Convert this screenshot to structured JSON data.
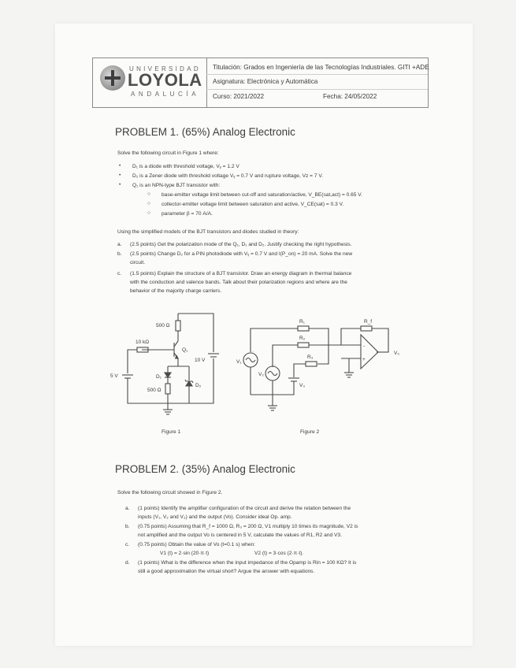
{
  "header": {
    "logo": {
      "line1": "UNIVERSIDAD",
      "line2": "LOYOLA",
      "line3": "ANDALUCÍA"
    },
    "titulacion": "Titulación: Grados en Ingeniería de las Tecnologías Industriales. GITI +ADE",
    "asignatura": "Asignatura: Electrónica y Automática",
    "curso": "Curso: 2021/2022",
    "fecha": "Fecha: 24/05/2022"
  },
  "problem1": {
    "title": "PROBLEM 1. (65%) Analog Electronic",
    "intro": "Solve the following circuit in Figure 1 where:",
    "bullets": [
      "D₁ is a diode with threshold voltage, Vᵧ = 1.2 V",
      "D₂ is a Zener diode with threshold voltage Vᵧ = 0.7 V and rupture voltage, Vz = 7 V.",
      "Q₁ is an NPN-type BJT transistor with:"
    ],
    "sub_bullets": [
      "base-emitter voltage limit between cut-off and saturation/active, V_BE(sat,act) = 0.65 V.",
      "collector-emitter voltage limit between saturation and active, V_CE(sat) = 0.3 V.",
      "parameter β = 70 A/A."
    ],
    "using": "Using the simplified models of the BJT transistors and diodes studied in theory:",
    "questions": [
      {
        "letter": "a.",
        "lines": [
          "(2.5 points) Get the polarization mode of the Q₁, D₁ and D₂. Justify checking the right hypothesis."
        ]
      },
      {
        "letter": "b.",
        "lines": [
          "(2.5 points) Change D₂ for a PIN photodiode with Vᵧ = 0.7 V and I(P_on) = 20 mA. Solve the new",
          "circuit."
        ]
      },
      {
        "letter": "c.",
        "lines": [
          "(1.5 points) Explain the structure of a BJT transistor. Draw an energy diagram in thermal balance",
          "with the conduction and valence bands. Talk about their polarization regions and where are the",
          "behavior of the majority charge carriers."
        ]
      }
    ]
  },
  "figure1": {
    "caption": "Figure 1",
    "labels": {
      "r_collector": "500 Ω",
      "r_base": "10 kΩ",
      "r_emitter": "500 Ω",
      "v_base": "5 V",
      "v_collector": "10 V",
      "q": "Q₁",
      "d1": "D₁",
      "d2": "D₂"
    }
  },
  "figure2": {
    "caption": "Figure 2",
    "labels": {
      "r1": "R₁",
      "r2": "R₂",
      "r3": "R₃",
      "rf": "R_f",
      "v1": "V₁",
      "v2": "V₂",
      "v3": "V₃",
      "vo": "V₀",
      "minus": "-",
      "plus": "+"
    }
  },
  "problem2": {
    "title": "PROBLEM 2. (35%) Analog Electronic",
    "intro": "Solve the following circuit showed in Figure 2.",
    "questions": [
      {
        "letter": "a.",
        "lines": [
          "(1 points) Identify the amplifier configuration of the circuit and derive the relation between the",
          "inputs (V₁, V₂ and V₃) and the output (Vo). Consider ideal Op. amp."
        ]
      },
      {
        "letter": "b.",
        "lines": [
          "(0.75 points) Assuming that R_f = 1000 Ω, R₃ = 200 Ω, V1 multiply 10 times its magnitude, V2 is",
          "not amplified and the output Vo is centered in 5 V, calculate the values of R1, R2 and V3."
        ]
      },
      {
        "letter": "c.",
        "lines": [
          "(0.75 points) Obtain the value of Vo (t=0.1 s) when:"
        ]
      },
      {
        "letter": "d.",
        "lines": [
          "(1 points) What is the difference when the input impedance of the Opamp is Rin = 100 KΩ? It is",
          "still a good approximation the virtual short? Argue the answer with equations."
        ]
      }
    ],
    "c_equations": {
      "v1": "V1 (t) = 2·sin (20·π·t)",
      "v2": "V2 (t) = 3·cos (2·π·t)."
    }
  }
}
